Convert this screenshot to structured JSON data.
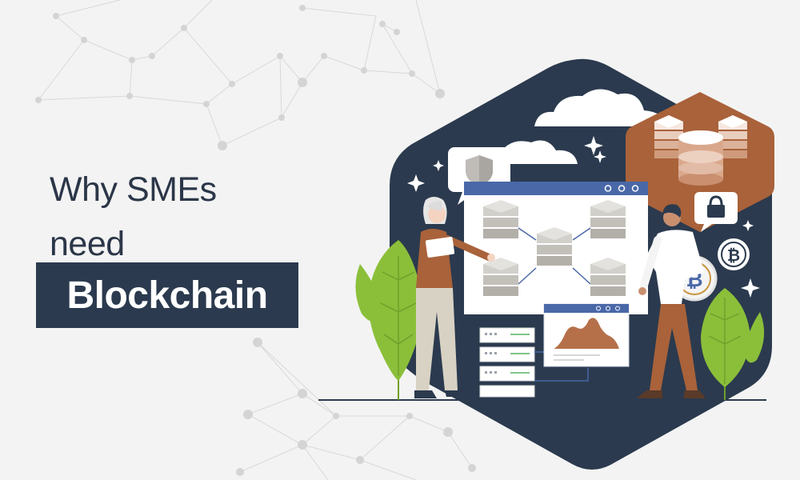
{
  "headline": {
    "line1": "Why SMEs",
    "line2": "need",
    "highlight": "Blockchain"
  },
  "colors": {
    "background": "#f3f3f3",
    "navy": "#2b3a4e",
    "copper": "#a9623a",
    "leaf_green": "#8bbf3a",
    "leaf_dark": "#6f9f2a",
    "window_blue": "#4a68a8"
  },
  "icons": [
    "shield-icon",
    "padlock-icon",
    "bitcoin-coin-icon",
    "sparkle-icon",
    "server-block-icon",
    "area-chart-icon"
  ]
}
